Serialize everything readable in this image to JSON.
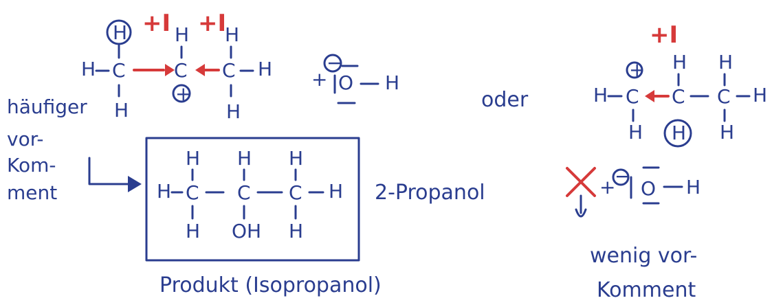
{
  "left_structure": {
    "top_h": "H",
    "plus_i_1": "+I",
    "plus_i_2": "+I",
    "atoms": {
      "h_left": "H",
      "c1": "C",
      "c2": "C",
      "c3": "C",
      "h_right": "H"
    },
    "top_h2": "H",
    "top_h3": "H",
    "bottom_h1": "H",
    "bottom_h3": "H",
    "plus_charge": "+",
    "plus_sign": "+",
    "minus_charge": "−",
    "hydroxide_o": "O",
    "hydroxide_h": "H"
  },
  "oder": "oder",
  "right_structure": {
    "plus_i": "+I",
    "atoms": {
      "h_left": "H",
      "c1": "C",
      "c2": "C",
      "c3": "C",
      "h_right": "H"
    },
    "top_h2": "H",
    "top_h3": "H",
    "bottom_h1": "H",
    "bottom_h2": "H",
    "bottom_h3": "H",
    "plus_charge": "+",
    "plus_sign": "+",
    "minus_charge": "−",
    "hydroxide_o": "O",
    "hydroxide_h": "H"
  },
  "haeufig_label": [
    "häufiger",
    "vor-",
    "Kom-",
    "ment"
  ],
  "product": {
    "atoms": {
      "h_left": "H",
      "c1": "C",
      "c2": "C",
      "c3": "C",
      "h_right": "H"
    },
    "top": [
      "H",
      "H",
      "H"
    ],
    "bottom": [
      "H",
      "OH",
      "H"
    ],
    "name": "2-Propanol",
    "caption": "Produkt (Isopropanol)"
  },
  "wenig_label": [
    "wenig vor-",
    "Komment"
  ]
}
